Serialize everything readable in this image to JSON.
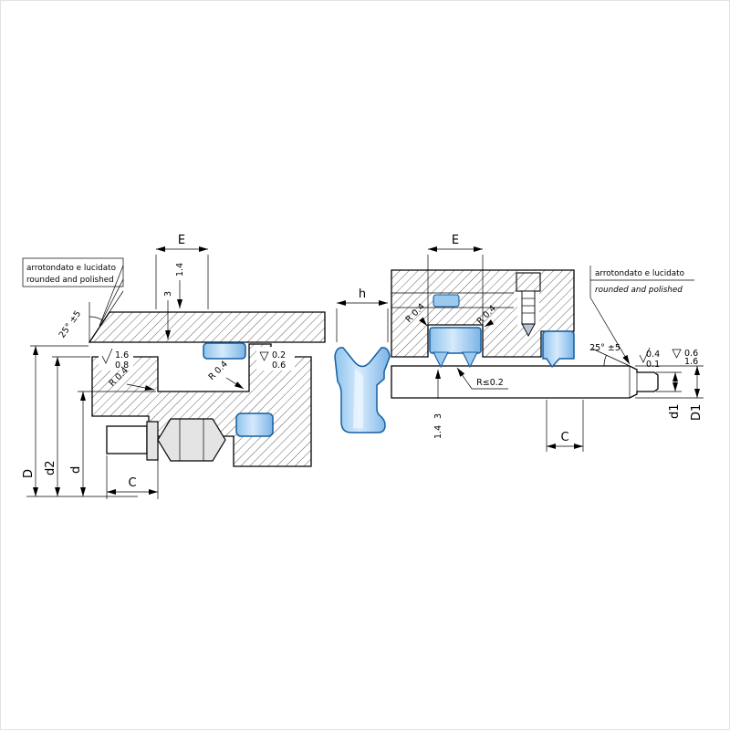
{
  "colors": {
    "seal_fill": "#bcdcf5",
    "seal_stroke": "#155f9f",
    "line": "#000000",
    "metal_fill": "#e4e4e4"
  },
  "left_view": {
    "note_line1": "arrotondato  e lucidato",
    "note_line2": "rounded and polished",
    "chamfer_angle": "25° ±5",
    "dim_E": "E",
    "dim_14": "1.4",
    "dim_3": "3",
    "roughness_top_a": "1.6",
    "roughness_top_b": "0.8",
    "roughness_step_a": "0.2",
    "roughness_step_b": "0.6",
    "radius_1": "R 0.4",
    "radius_2": "R 0.4",
    "dim_D": "D",
    "dim_d2": "d2",
    "dim_d": "d",
    "dim_C": "C"
  },
  "profile_view": {
    "dim_h": "h"
  },
  "right_view": {
    "dim_E": "E",
    "note_line1": "arrotondato e lucidato",
    "note_line2": "rounded and polished",
    "radius_1": "R 0.4",
    "radius_2": "R 0.4",
    "radius_max": "R≤0.2",
    "chamfer_angle": "25° ±5",
    "roughness_edge_a": "0.4",
    "roughness_edge_b": "0.1",
    "roughness_shaft_a": "0.6",
    "roughness_shaft_b": "1.6",
    "dim_14": "1.4",
    "dim_3": "3",
    "dim_C": "C",
    "dim_d1": "d1",
    "dim_D1": "D1"
  }
}
